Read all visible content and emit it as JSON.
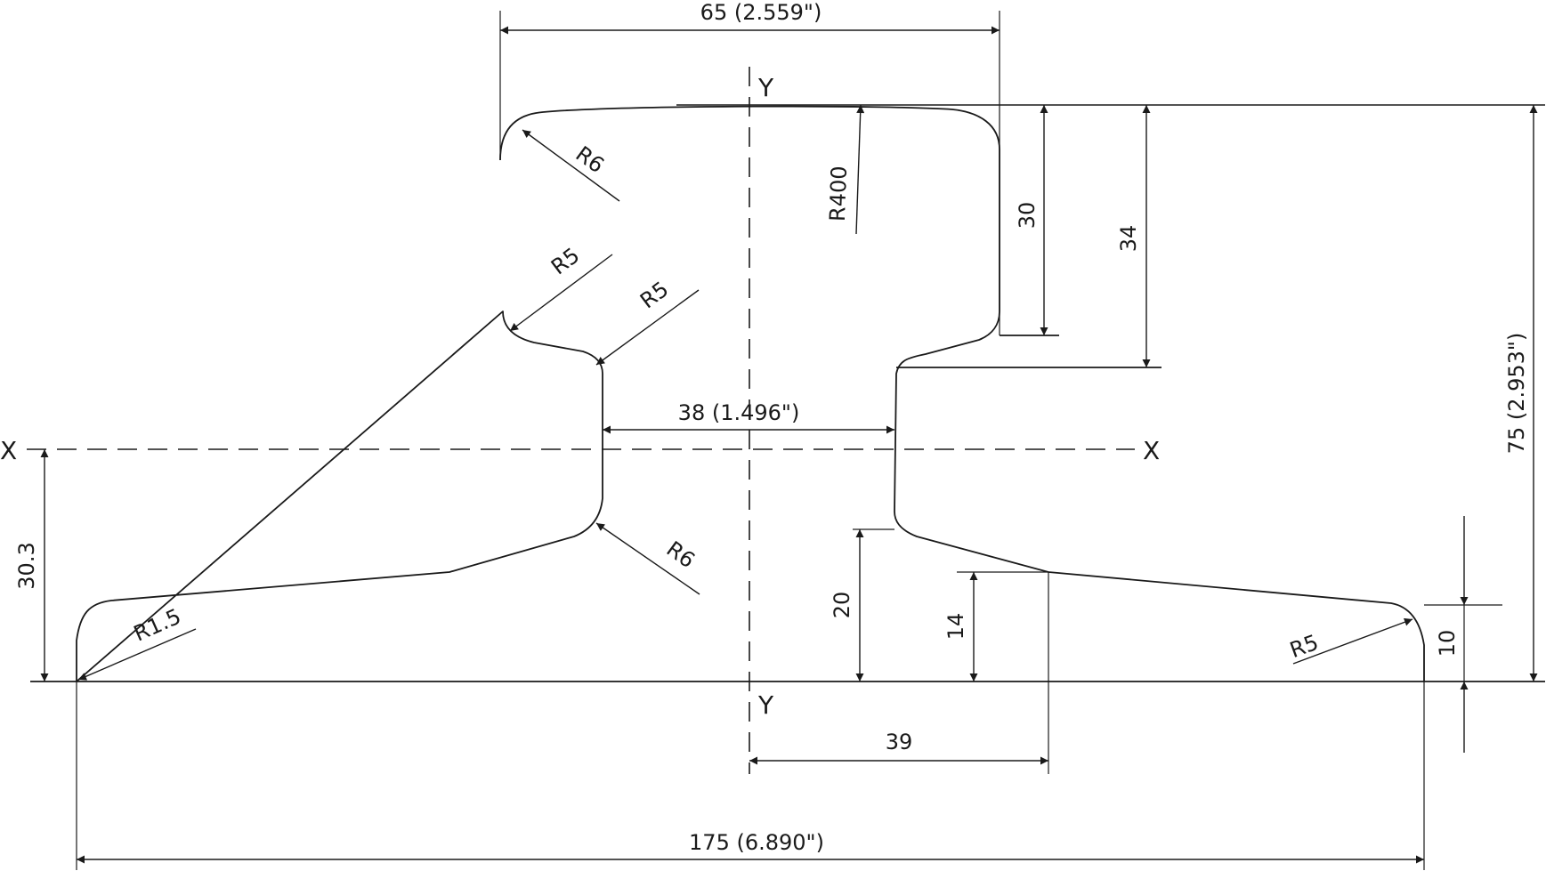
{
  "drawing": {
    "axes": {
      "x_left": "X",
      "x_right": "X",
      "y_top": "Y",
      "y_bottom": "Y"
    },
    "dimensions": {
      "head_width": "65 (2.559\")",
      "web_width": "38 (1.496\")",
      "base_width": "175 (6.890\")",
      "total_height": "75 (2.953\")",
      "neutral_axis_height": "30.3",
      "head_depth_30": "30",
      "head_depth_34": "34",
      "foot_height_20": "20",
      "foot_height_14": "14",
      "foot_edge_10": "10",
      "half_base_39": "39"
    },
    "radii": {
      "head_corner": "R6",
      "crown": "R400",
      "head_underside": "R5",
      "web_top_fillet": "R5",
      "web_bottom_fillet": "R6",
      "foot_tip_left": "R1.5",
      "foot_tip_right": "R5"
    }
  }
}
